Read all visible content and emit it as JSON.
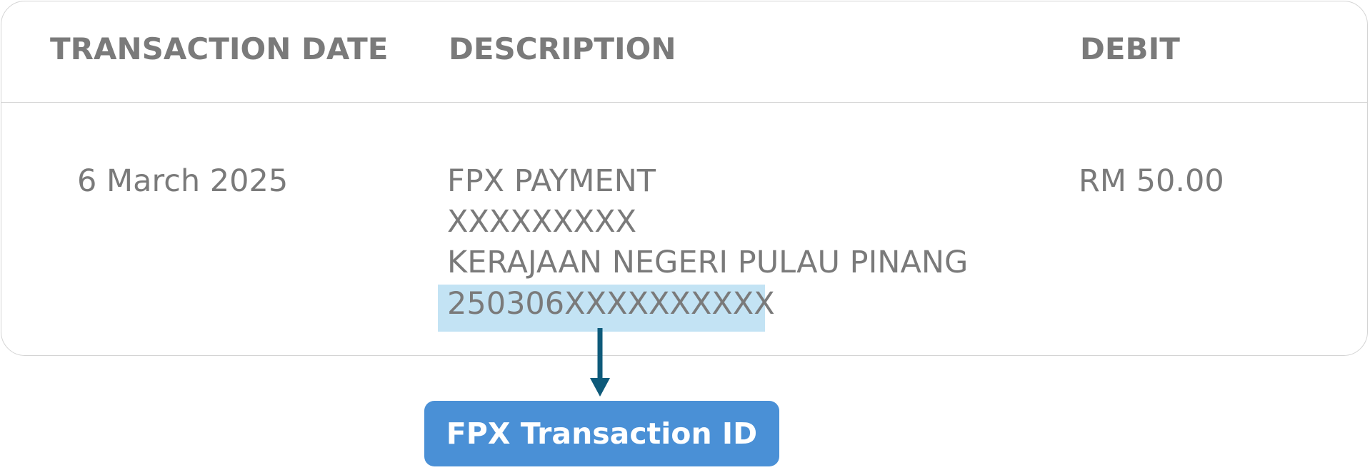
{
  "table": {
    "headers": {
      "date": "TRANSACTION DATE",
      "description": "DESCRIPTION",
      "debit": "DEBIT"
    },
    "row": {
      "date": "6 March 2025",
      "description_lines": [
        "FPX PAYMENT",
        "XXXXXXXXX",
        "KERAJAAN NEGERI PULAU PINANG"
      ],
      "transaction_id": "250306XXXXXXXXXX",
      "debit": "RM 50.00"
    }
  },
  "callout": {
    "label": "FPX Transaction ID",
    "color": "#4a90d6",
    "highlight_color": "#c3e3f4",
    "arrow_color": "#0e5a7a",
    "icon": "arrow-down-icon"
  }
}
